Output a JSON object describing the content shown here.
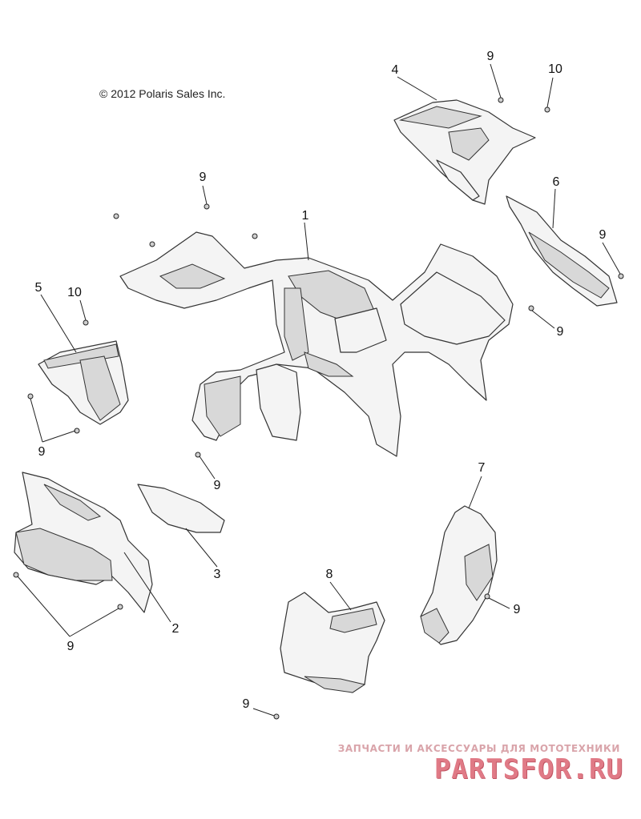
{
  "copyright": "© 2012 Polaris Sales Inc.",
  "callouts": {
    "c1": "1",
    "c2": "2",
    "c3": "3",
    "c4": "4",
    "c5": "5",
    "c6": "6",
    "c7": "7",
    "c8": "8",
    "c9a": "9",
    "c9b": "9",
    "c9c": "9",
    "c9d": "9",
    "c9e": "9",
    "c9f": "9",
    "c9g": "9",
    "c9h": "9",
    "c9i": "9",
    "c10a": "10",
    "c10b": "10"
  },
  "watermark": {
    "tagline": "ЗАПЧАСТИ И АКСЕССУАРЫ ДЛЯ МОТОТЕХНИКИ",
    "brand": "PARTSFOR.RU",
    "color": "#e07a86"
  }
}
